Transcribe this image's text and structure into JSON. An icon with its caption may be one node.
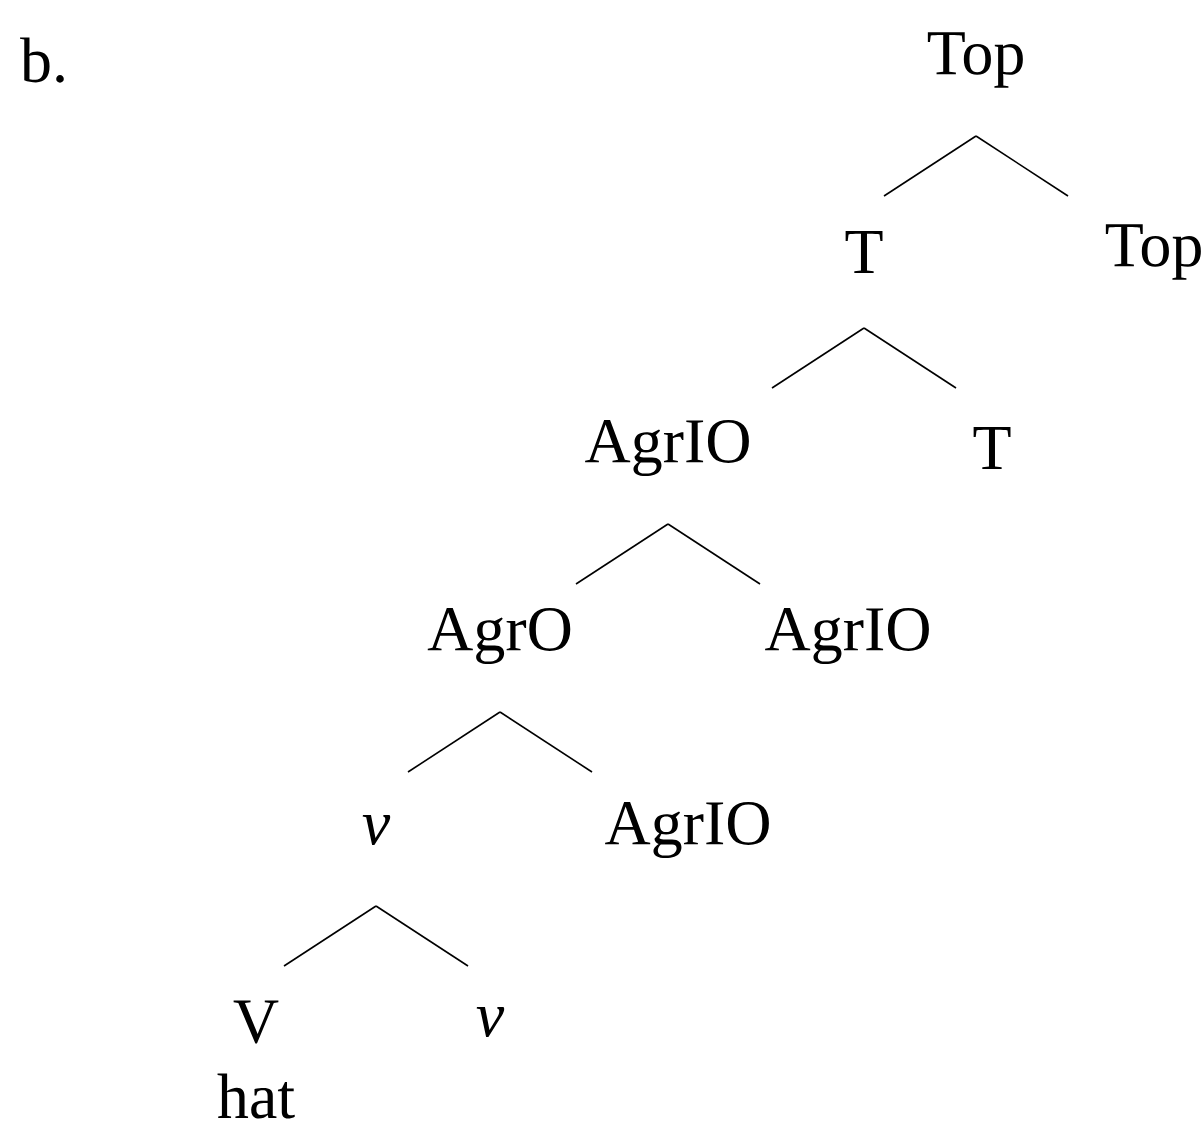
{
  "diagram": {
    "nodes": [
      {
        "text": [
          "Top"
        ]
      },
      {
        "text": [
          "T"
        ]
      },
      {
        "text": [
          "Top"
        ]
      },
      {
        "text": [
          "AgrIO"
        ]
      },
      {
        "text": [
          "T"
        ]
      },
      {
        "text": [
          "AgrO"
        ]
      },
      {
        "text": [
          "AgrIO"
        ]
      },
      {
        "text": [
          "v"
        ]
      },
      {
        "text": [
          "AgrIO"
        ]
      },
      {
        "text": [
          "V"
        ],
        "beside": [
          "hat"
        ]
      },
      {
        "text": [
          "v"
        ]
      }
    ],
    "edges": [
      {
        "from": 0,
        "to": 1,
        "arrow": "none"
      },
      {
        "from": 0,
        "to": 2,
        "arrow": "none"
      },
      {
        "from": 1,
        "to": 3,
        "arrow": "none"
      },
      {
        "from": 1,
        "to": 4,
        "arrow": "none"
      },
      {
        "from": 3,
        "to": 5,
        "arrow": "none"
      },
      {
        "from": 3,
        "to": 6,
        "arrow": "none"
      },
      {
        "from": 5,
        "to": 7,
        "arrow": "none"
      },
      {
        "from": 5,
        "to": 8,
        "arrow": "none"
      },
      {
        "from": 7,
        "to": 9,
        "arrow": "none"
      },
      {
        "from": 7,
        "to": 10,
        "arrow": "none"
      }
    ],
    "labels": [
      "b."
    ]
  }
}
